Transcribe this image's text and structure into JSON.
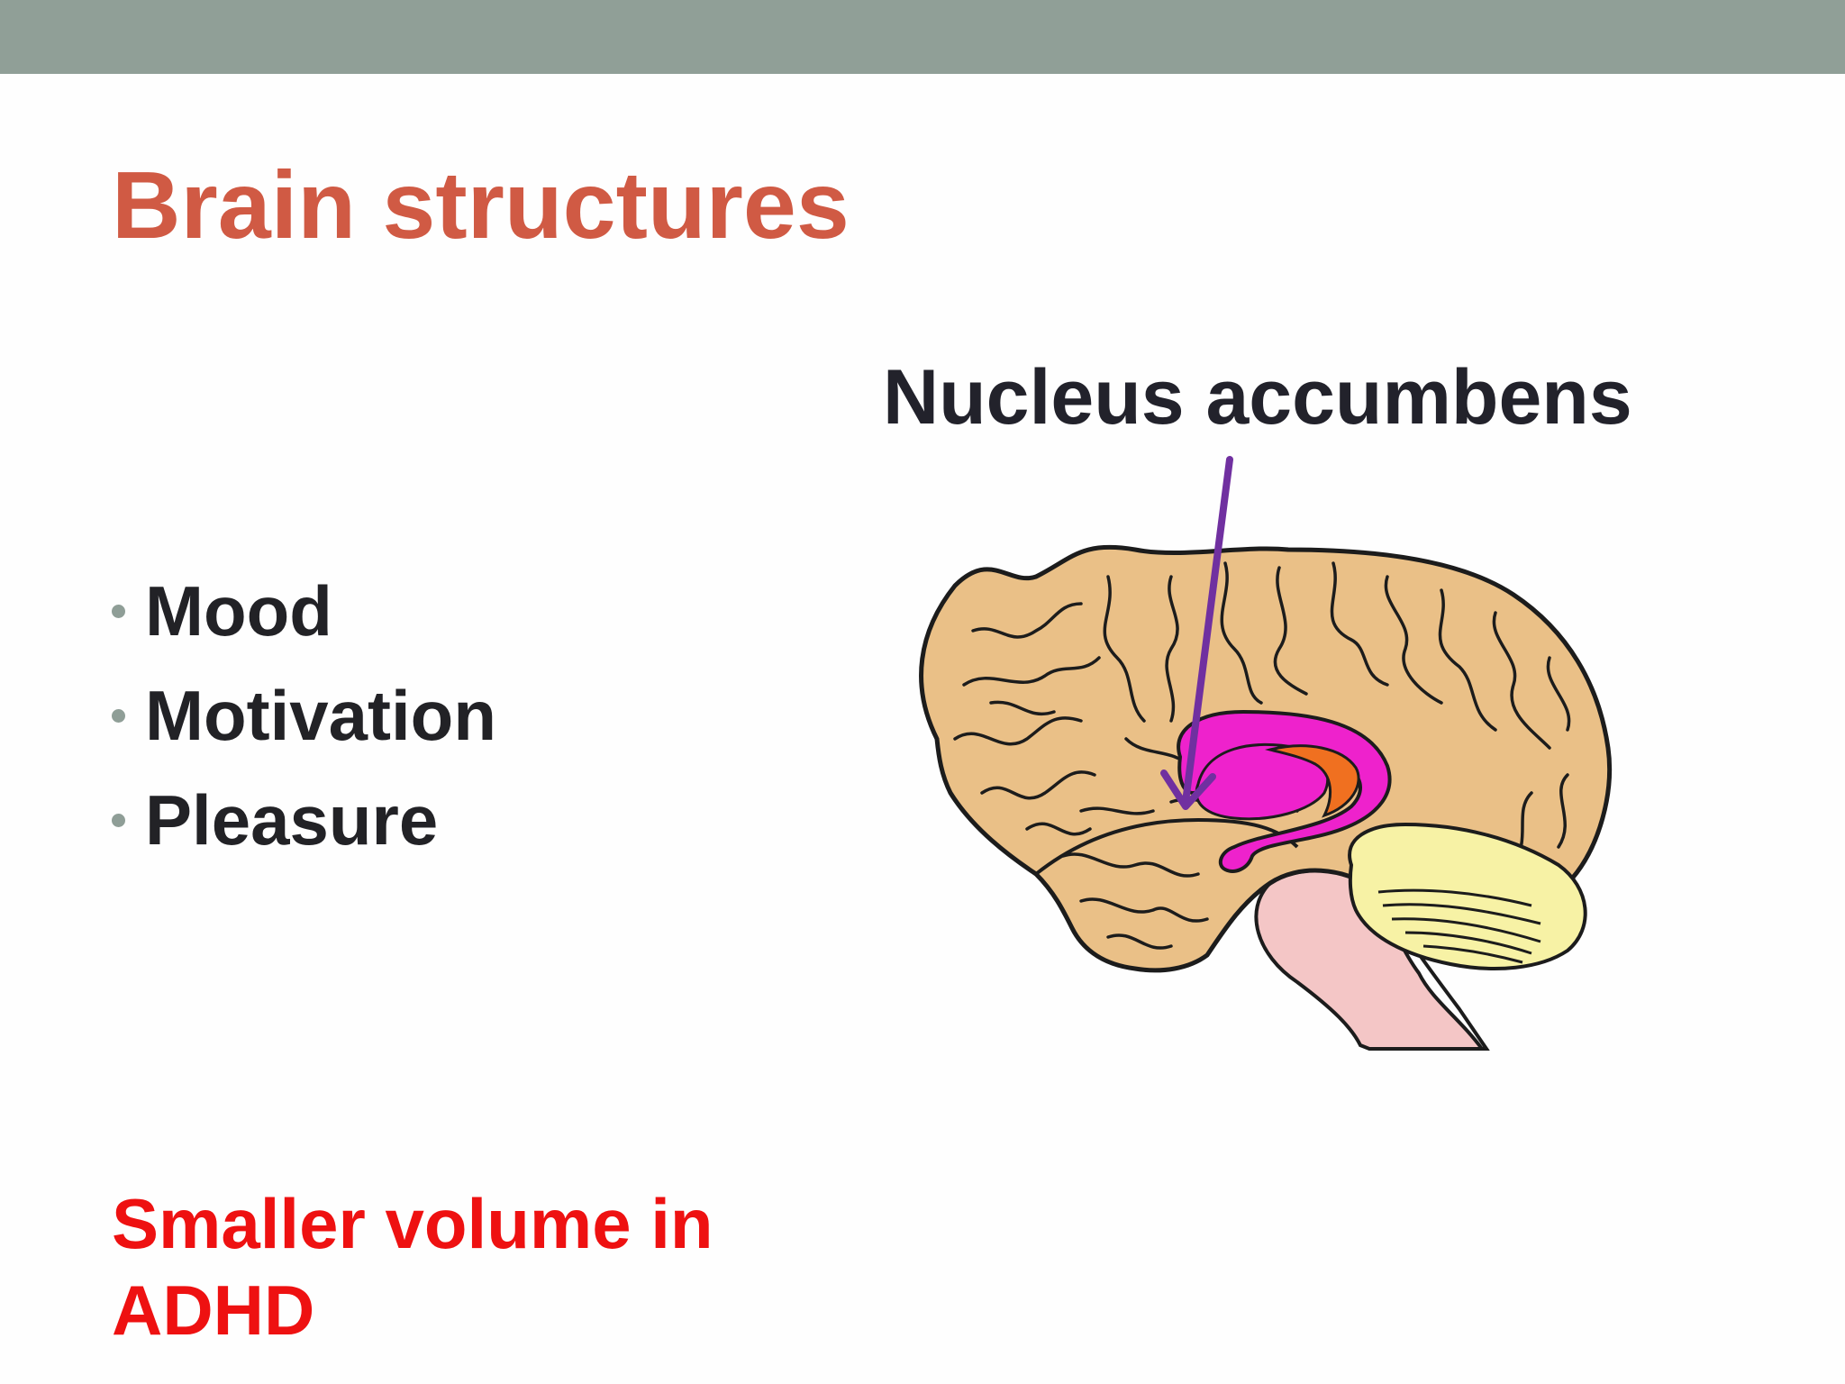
{
  "slide": {
    "title": "Brain structures",
    "callout_label": "Nucleus accumbens",
    "bullets": [
      "Mood",
      "Motivation",
      "Pleasure"
    ],
    "note": "Smaller volume in ADHD"
  },
  "colors": {
    "top_bar": "#909f97",
    "title": "#d05a44",
    "note": "#ee1111",
    "arrow": "#7030a0",
    "cortex": "#eac087",
    "striatum": "#ee22cc",
    "highlight": "#f07020",
    "cerebellum": "#f7f2a5",
    "brainstem": "#f4c6c6"
  },
  "illustration": {
    "icon": "brain-sagittal-diagram"
  }
}
